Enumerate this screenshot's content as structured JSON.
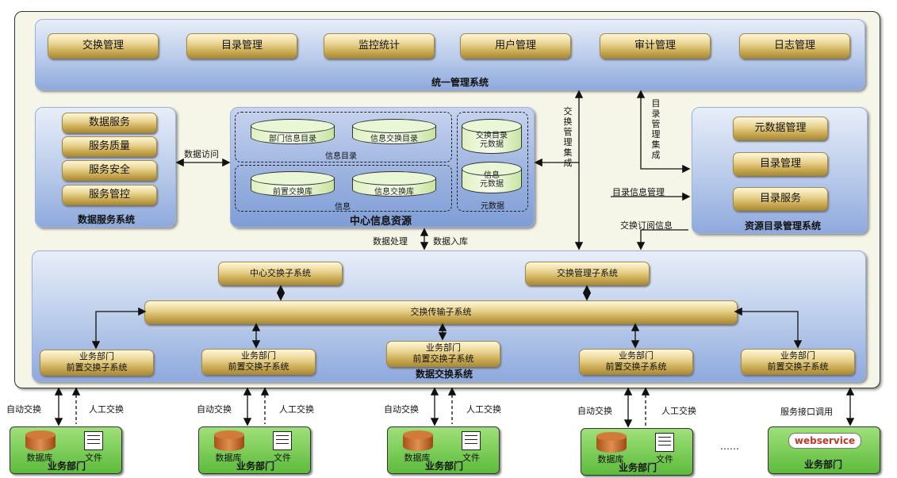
{
  "management": {
    "title": "统一管理系统",
    "buttons": [
      "交换管理",
      "目录管理",
      "监控统计",
      "用户管理",
      "审计管理",
      "日志管理"
    ]
  },
  "data_service": {
    "title": "数据服务系统",
    "buttons": [
      "数据服务",
      "服务质量",
      "服务安全",
      "服务管控"
    ]
  },
  "center": {
    "title": "中心信息资源",
    "info_catalog": {
      "label": "信息目录",
      "items": [
        "部门信息目录",
        "信息交换目录"
      ]
    },
    "info_lib": {
      "label": "信息",
      "items": [
        "前置交换库",
        "信息交换库"
      ]
    },
    "metadata": {
      "label": "元数据",
      "items": [
        "交换目录\n元数据",
        "信息\n元数据"
      ]
    }
  },
  "resource_catalog": {
    "title": "资源目录管理系统",
    "buttons": [
      "元数据管理",
      "目录管理",
      "目录服务"
    ]
  },
  "exchange": {
    "title": "数据交换系统",
    "center_sub": "中心交换子系统",
    "mgmt_sub": "交换管理子系统",
    "transport": "交换传输子系统",
    "front_nodes": [
      "业务部门\n前置交换子系统",
      "业务部门\n前置交换子系统",
      "业务部门\n前置交换子系统",
      "业务部门\n前置交换子系统",
      "业务部门\n前置交换子系统"
    ]
  },
  "labels": {
    "data_access": "数据访问",
    "data_process": "数据处理",
    "data_store": "数据入库",
    "exchange_integration": "交换管理集成",
    "catalog_integration": "目录管理集成",
    "catalog_info": "目录信息管理",
    "subscribe_info": "交换订阅信息",
    "auto": "自动交换",
    "manual": "人工交换",
    "service_call": "服务接口调用",
    "ellipsis": "……"
  },
  "departments": {
    "db": "数据库",
    "file": "文件",
    "name": "业务部门",
    "webservice": "webservice"
  }
}
